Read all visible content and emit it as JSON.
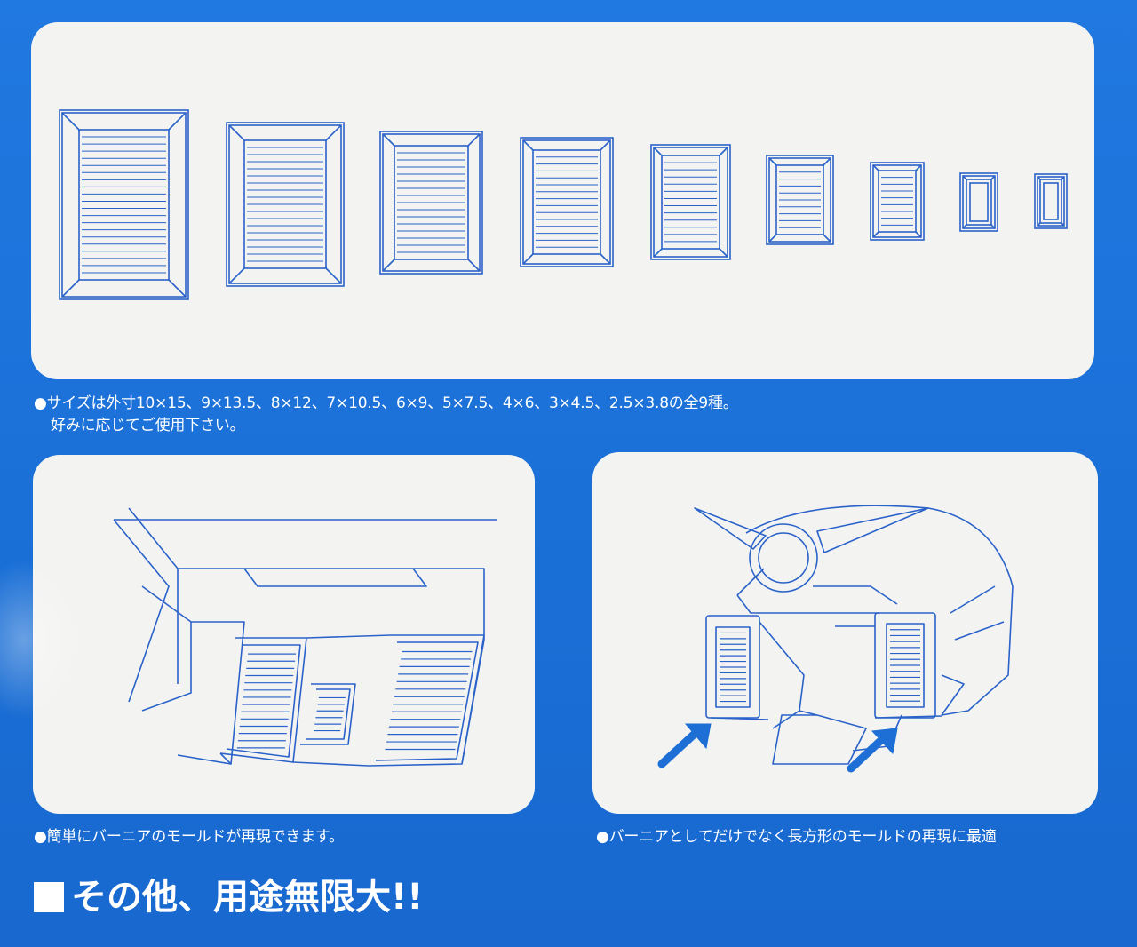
{
  "captions": {
    "sizes_line1": "●サイズは外寸10×15、9×13.5、8×12、7×10.5、6×9、5×7.5、4×6、3×4.5、2.5×3.8の全9種。",
    "sizes_line2": "好みに応じてご使用下さい。",
    "left_panel": "●簡単にバーニアのモールドが再現できます。",
    "right_panel": "●バーニアとしてだけでなく長方形のモールドの再現に最適"
  },
  "heading": "その他、用途無限大!!",
  "colors": {
    "background": "#1e73d8",
    "panel": "#f3f4f2",
    "line": "#2a62c9",
    "arrow": "#1d6fd6"
  },
  "icons": {
    "top_panel": "vernier-size-lineup-drawing",
    "left_panel": "vernier-on-mech-leg-drawing",
    "right_panel": "vernier-on-robot-head-drawing",
    "arrow": "arrow-icon"
  }
}
